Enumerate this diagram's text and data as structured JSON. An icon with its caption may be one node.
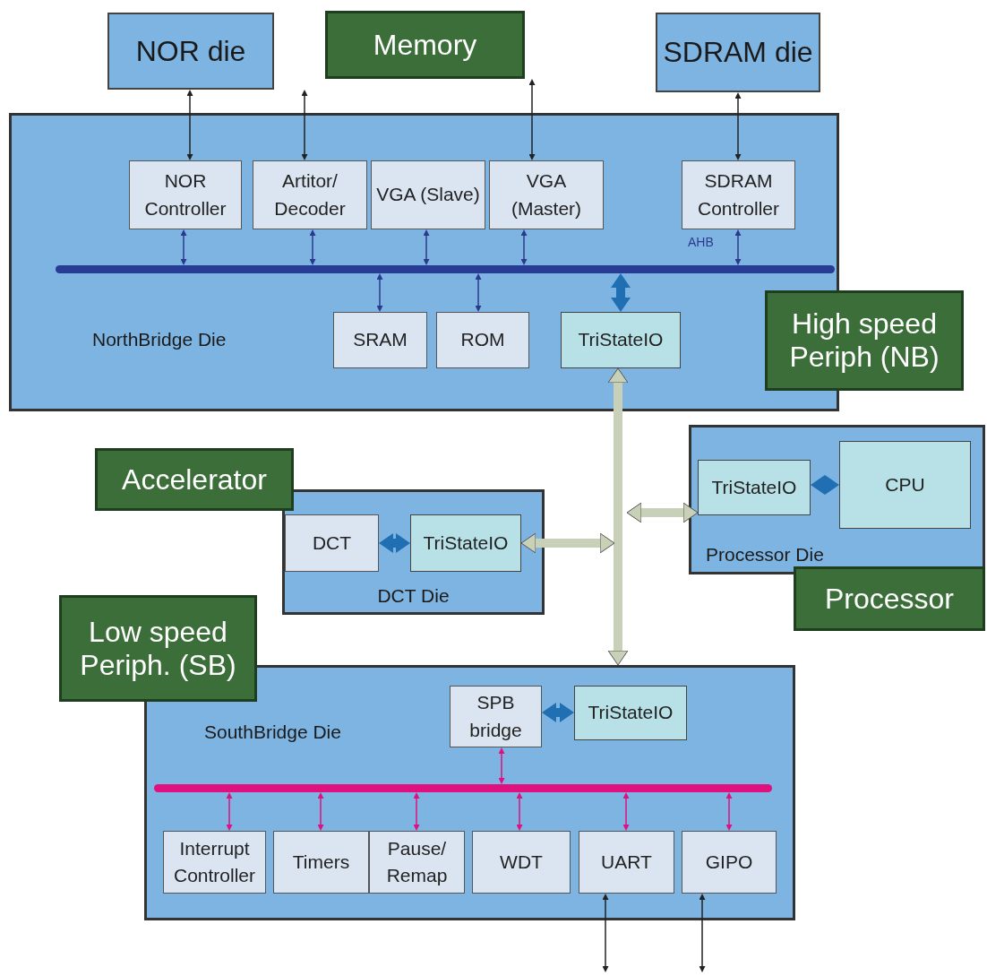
{
  "diagram": {
    "nodes": [
      {
        "text": [
          "NOR die"
        ]
      },
      {
        "text": [
          "Memory"
        ]
      },
      {
        "text": [
          "SDRAM die"
        ]
      },
      {
        "text": [
          "NorthBridge Die"
        ]
      },
      {
        "text": [
          "NOR Controller"
        ],
        "in": 3
      },
      {
        "text": [
          "Artitor/ Decoder"
        ],
        "in": 3
      },
      {
        "text": [
          "VGA (Slave)"
        ],
        "in": 3
      },
      {
        "text": [
          "VGA (Master)"
        ],
        "in": 3
      },
      {
        "text": [
          "SDRAM Controller"
        ],
        "in": 3
      },
      {
        "text": [],
        "shape": "bar",
        "in": 3
      },
      {
        "text": [
          "SRAM"
        ],
        "in": 3
      },
      {
        "text": [
          "ROM"
        ],
        "in": 3
      },
      {
        "text": [
          "TriStateIO"
        ],
        "in": 3
      },
      {
        "text": [
          "High speed Periph (NB)"
        ]
      },
      {
        "text": [
          "Processor Die"
        ]
      },
      {
        "text": [
          "TriStateIO"
        ],
        "in": 14
      },
      {
        "text": [
          "CPU"
        ],
        "in": 14
      },
      {
        "text": [
          "Processor"
        ]
      },
      {
        "text": [
          "Accelerator"
        ]
      },
      {
        "text": [
          "DCT Die"
        ]
      },
      {
        "text": [
          "DCT"
        ],
        "in": 19
      },
      {
        "text": [
          "TriStateIO"
        ],
        "in": 19
      },
      {
        "text": [
          "Low speed Periph. (SB)"
        ]
      },
      {
        "text": [
          "SouthBridge Die"
        ]
      },
      {
        "text": [
          "SPB bridge"
        ],
        "in": 23
      },
      {
        "text": [
          "TriStateIO"
        ],
        "in": 23
      },
      {
        "text": [],
        "shape": "bar",
        "in": 23
      },
      {
        "text": [
          "Interrupt Controller"
        ],
        "in": 23
      },
      {
        "text": [
          "Timers"
        ],
        "in": 23
      },
      {
        "text": [
          "Pause/ Remap"
        ],
        "in": 23
      },
      {
        "text": [
          "WDT"
        ],
        "in": 23
      },
      {
        "text": [
          "UART"
        ],
        "in": 23
      },
      {
        "text": [
          "GIPO"
        ],
        "in": 23
      }
    ],
    "edges": [
      {
        "from": 0,
        "to": 4,
        "arrow": "both",
        "color": "#222222"
      },
      {
        "from": 5,
        "to": null,
        "arrow": "both",
        "color": "#222222"
      },
      {
        "from": 7,
        "to": 1,
        "arrow": "both",
        "color": "#222222"
      },
      {
        "from": 2,
        "to": 8,
        "arrow": "both",
        "color": "#222222"
      },
      {
        "from": 4,
        "to": 9,
        "arrow": "both",
        "color": "#2a3a8f"
      },
      {
        "from": 5,
        "to": 9,
        "arrow": "both",
        "color": "#2a3a8f"
      },
      {
        "from": 6,
        "to": 9,
        "arrow": "both",
        "color": "#2a3a8f"
      },
      {
        "from": 7,
        "to": 9,
        "arrow": "both",
        "color": "#2a3a8f"
      },
      {
        "from": 8,
        "to": 9,
        "arrow": "both",
        "color": "#2a3a8f"
      },
      {
        "from": 9,
        "to": 10,
        "arrow": "both",
        "color": "#2a3a8f"
      },
      {
        "from": 9,
        "to": 11,
        "arrow": "both",
        "color": "#2a3a8f"
      },
      {
        "from": 9,
        "to": 12,
        "arrow": "both",
        "style": "thick",
        "color": "#1f6fb2"
      },
      {
        "from": 12,
        "to": 23,
        "arrow": "both",
        "style": "thick",
        "color": "#c8d0b8"
      },
      {
        "from": 21,
        "to": null,
        "arrow": "both",
        "style": "thick",
        "color": "#c8d0b8"
      },
      {
        "from": 15,
        "to": null,
        "arrow": "both",
        "style": "thick",
        "color": "#c8d0b8"
      },
      {
        "from": 15,
        "to": 16,
        "arrow": "both",
        "style": "thick",
        "color": "#1f6fb2"
      },
      {
        "from": 20,
        "to": 21,
        "arrow": "both",
        "style": "thick",
        "color": "#1f6fb2"
      },
      {
        "from": 24,
        "to": 25,
        "arrow": "both",
        "style": "thick",
        "color": "#1f6fb2"
      },
      {
        "from": 24,
        "to": 26,
        "arrow": "both",
        "color": "#e0117f"
      },
      {
        "from": 26,
        "to": 27,
        "arrow": "both",
        "color": "#e0117f"
      },
      {
        "from": 26,
        "to": 28,
        "arrow": "both",
        "color": "#e0117f"
      },
      {
        "from": 26,
        "to": 29,
        "arrow": "both",
        "color": "#e0117f"
      },
      {
        "from": 26,
        "to": 30,
        "arrow": "both",
        "color": "#e0117f"
      },
      {
        "from": 26,
        "to": 31,
        "arrow": "both",
        "color": "#e0117f"
      },
      {
        "from": 26,
        "to": 32,
        "arrow": "both",
        "color": "#e0117f"
      },
      {
        "from": 31,
        "to": null,
        "arrow": "both",
        "color": "#222222"
      },
      {
        "from": 32,
        "to": null,
        "arrow": "both",
        "color": "#222222"
      }
    ],
    "labels": [
      "AHB"
    ]
  }
}
